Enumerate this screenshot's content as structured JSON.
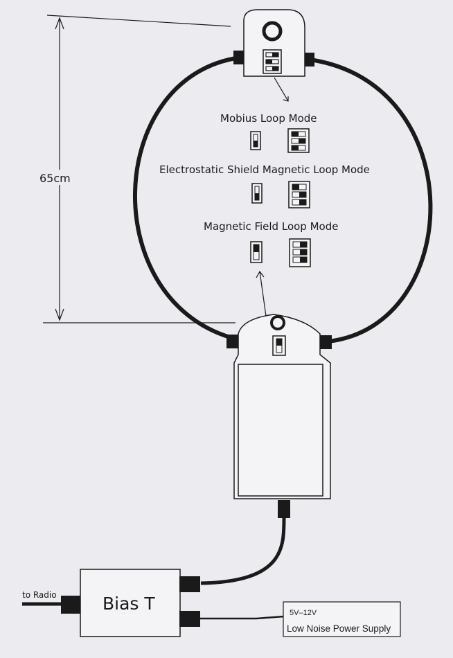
{
  "dimension": {
    "label": "65cm"
  },
  "modes": [
    {
      "title": "Mobius Loop Mode"
    },
    {
      "title": "Electrostatic Shield Magnetic Loop Mode"
    },
    {
      "title": "Magnetic Field Loop Mode"
    }
  ],
  "bias_t": {
    "label": "Bias T"
  },
  "to_radio": {
    "label": "to Radio"
  },
  "power_supply": {
    "voltage": "5V–12V",
    "label": "Low Noise Power Supply"
  },
  "colors": {
    "ink": "#1a1a1a",
    "paper": "#ecebef",
    "box_fill": "#f4f4f6"
  }
}
